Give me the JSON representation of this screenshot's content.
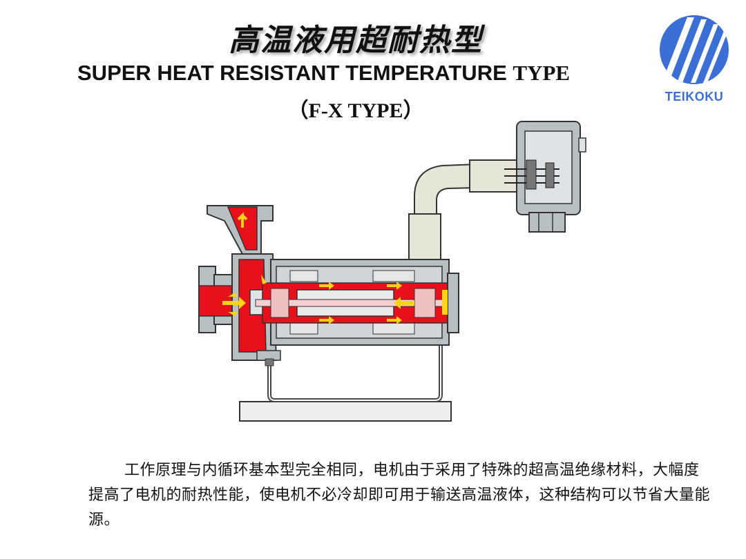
{
  "header": {
    "title_cn": "高温液用超耐热型",
    "title_en_main": "SUPER HEAT RESISTANT TEMPERATURE ",
    "title_en_tail": "TYPE",
    "subtitle": "（F-X TYPE）"
  },
  "logo": {
    "text": "TEIKOKU",
    "color": "#3b6fd6"
  },
  "diagram": {
    "name": "pump-cross-section",
    "colors": {
      "casing": "#b9c0c4",
      "outline": "#333333",
      "hot_fluid": "#e8101a",
      "flow_arrow": "#ffd21a",
      "base": "#eeeeee"
    }
  },
  "description": "工作原理与内循环基本型完全相同，电机由于采用了特殊的超高温绝缘材料，大幅度提高了电机的耐热性能，使电机不必冷却即可用于输送高温液体，这种结构可以节省大量能源。"
}
